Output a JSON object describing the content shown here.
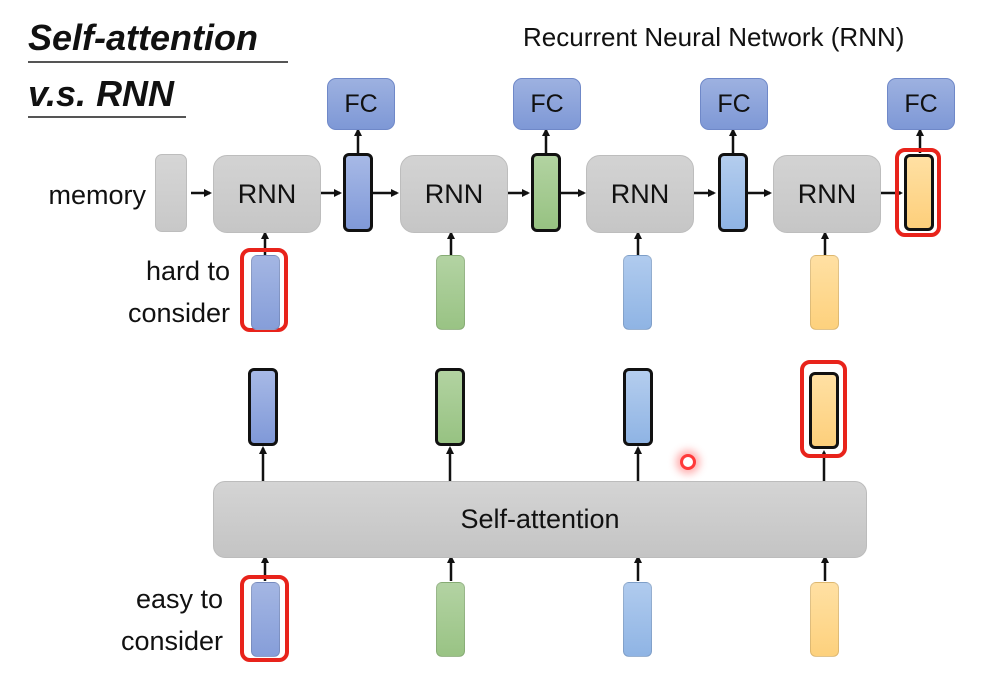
{
  "title": {
    "line1": "Self-attention",
    "line2": "v.s. RNN"
  },
  "subtitle": "Recurrent Neural Network (RNN)",
  "rnn_section": {
    "memory_label": "memory",
    "rnn_cell_label": "RNN",
    "fc_label": "FC",
    "input_label": {
      "line1": "hard to",
      "line2": "consider"
    },
    "steps": [
      {
        "color": "#8fa5dc",
        "input_highlighted": true,
        "output_highlighted": false
      },
      {
        "color": "#a3c78f",
        "input_highlighted": false,
        "output_highlighted": false
      },
      {
        "color": "#9dbde6",
        "input_highlighted": false,
        "output_highlighted": false
      },
      {
        "color": "#fdd487",
        "input_highlighted": false,
        "output_highlighted": true
      }
    ]
  },
  "self_attention_section": {
    "block_label": "Self-attention",
    "input_label": {
      "line1": "easy to",
      "line2": "consider"
    },
    "steps": [
      {
        "color": "#8fa5dc",
        "input_highlighted": true,
        "output_highlighted": false
      },
      {
        "color": "#a3c78f",
        "input_highlighted": false,
        "output_highlighted": false
      },
      {
        "color": "#9dbde6",
        "input_highlighted": false,
        "output_highlighted": false
      },
      {
        "color": "#fdd487",
        "input_highlighted": false,
        "output_highlighted": true
      }
    ]
  },
  "colors": {
    "highlight": "#e8231b",
    "rnn_block": "#cccccc",
    "fc_block": "#8aa2d9"
  }
}
